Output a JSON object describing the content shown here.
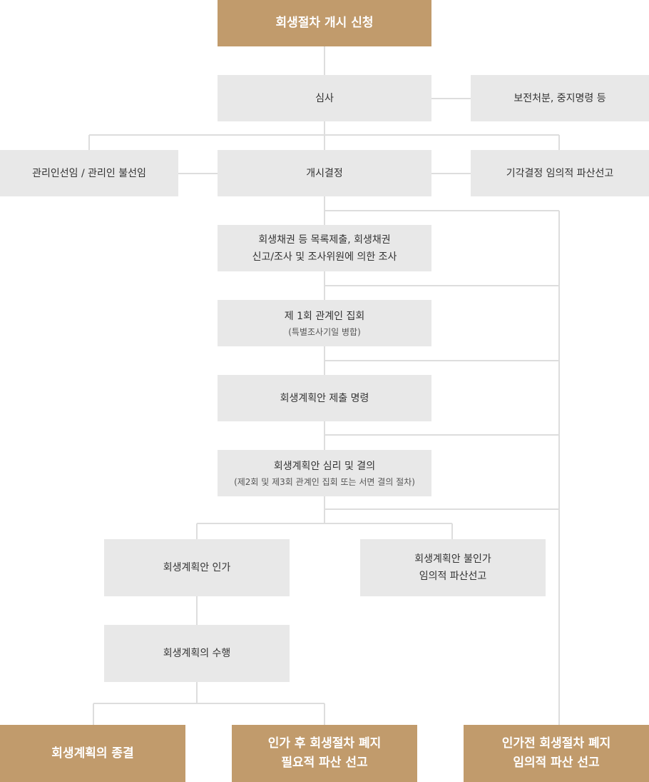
{
  "colors": {
    "primary": "#c19b6c",
    "box": "#e8e8e8",
    "line": "#dddddd",
    "text": "#333333"
  },
  "nodes": {
    "start": {
      "line1": "회생절차 개시 신청"
    },
    "review": {
      "line1": "심사"
    },
    "preservation": {
      "line1": "보전처분, 중지명령 등"
    },
    "trustee": {
      "line1": "관리인선임 / 관리인 불선임"
    },
    "commencement": {
      "line1": "개시결정"
    },
    "dismissal": {
      "line1": "기각결정 임의적 파산선고"
    },
    "claims": {
      "line1": "회생채권 등 목록제출, 회생채권",
      "line2": "신고/조사 및 조사위원에 의한 조사"
    },
    "first_meeting": {
      "line1": "제 1회 관계인 집회",
      "sub": "(특별조사기일 병합)"
    },
    "plan_order": {
      "line1": "회생계획안 제출 명령"
    },
    "plan_hearing": {
      "line1": "회생계획안 심리 및 결의",
      "sub": "(제2회 및 제3회 관계인 집회 또는 서면 결의 절차)"
    },
    "plan_approval": {
      "line1": "회생계획안 인가"
    },
    "plan_rejection": {
      "line1": "회생계획안 불인가",
      "line2": "임의적 파산선고"
    },
    "plan_execution": {
      "line1": "회생계획의 수행"
    },
    "plan_conclusion": {
      "line1": "회생계획의 종결"
    },
    "post_abolition": {
      "line1": "인가 후 회생절차 폐지",
      "line2": "필요적 파산 선고"
    },
    "pre_abolition": {
      "line1": "인가전 회생절차 폐지",
      "line2": "임의적 파산 선고"
    }
  }
}
